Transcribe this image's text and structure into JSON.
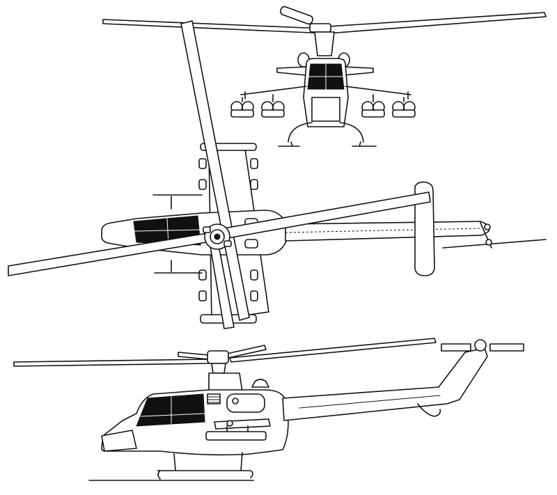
{
  "drawing": {
    "views": [
      "front-view",
      "top-view",
      "side-view"
    ],
    "colors": {
      "ink": "#111111",
      "paper": "#ffffff"
    }
  }
}
